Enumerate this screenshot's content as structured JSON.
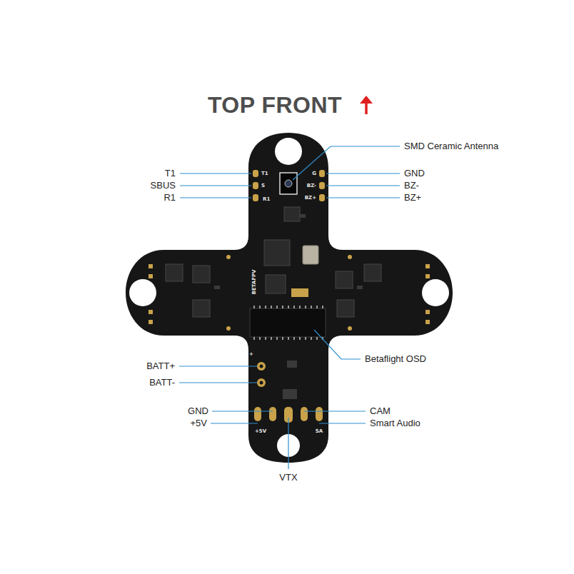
{
  "diagram": {
    "title": "TOP FRONT",
    "labels": [
      "SMD Ceramic Antenna",
      "T1",
      "GND",
      "SBUS",
      "BZ-",
      "R1",
      "BZ+",
      "Betaflight OSD",
      "BATT+",
      "BATT-",
      "GND",
      "CAM",
      "+5V",
      "Smart Audio",
      "VTX",
      "T1",
      "S",
      "R1",
      "G",
      "BZ-",
      "BZ+",
      "BETAFPV",
      "+",
      "+5V",
      "SA"
    ]
  }
}
